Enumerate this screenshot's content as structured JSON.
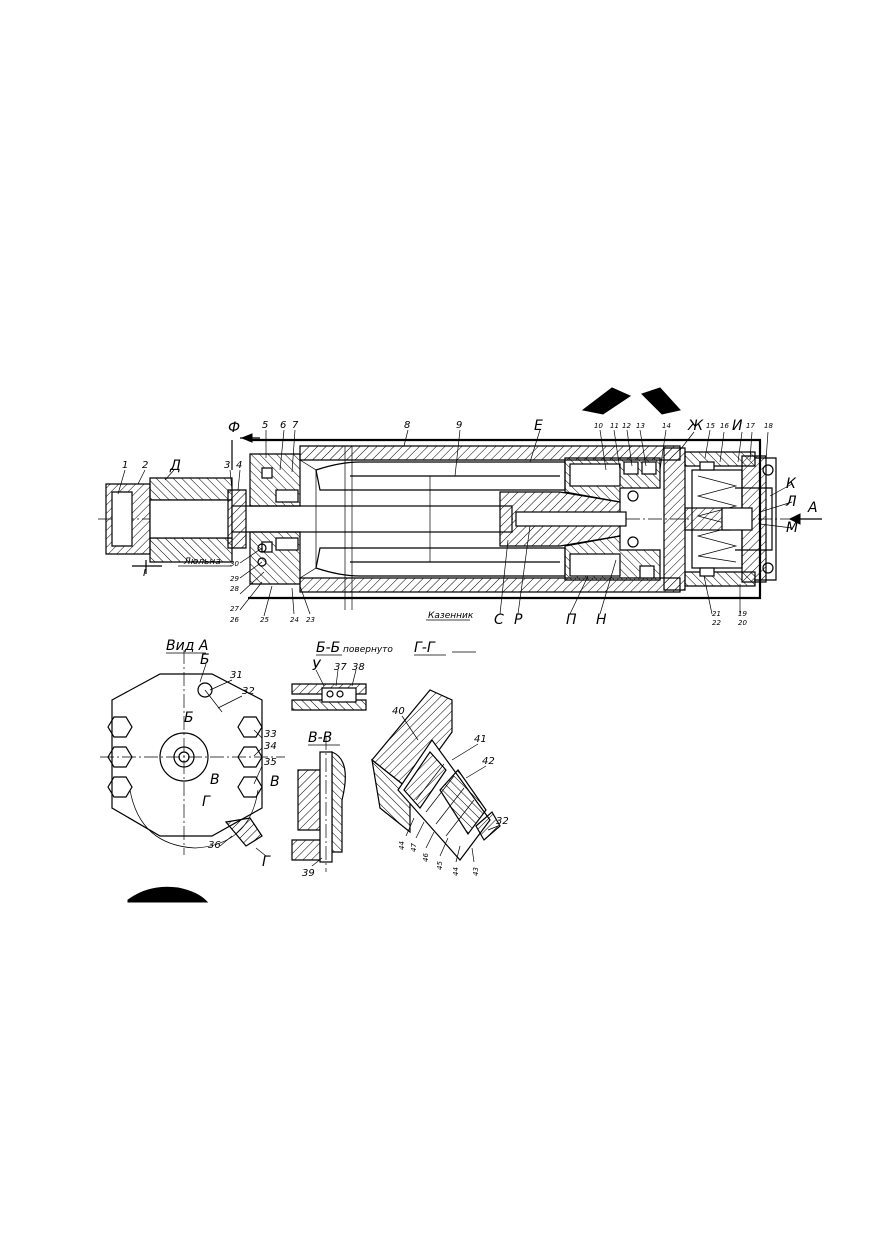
{
  "main_view": {
    "callouts": [
      "1",
      "2",
      "Д",
      "3",
      "4",
      "Ф",
      "5",
      "6",
      "7",
      "8",
      "9",
      "Е",
      "10",
      "11",
      "12",
      "13",
      "14",
      "Ж",
      "15",
      "16",
      "И",
      "17",
      "18",
      "К",
      "Л",
      "М",
      "А",
      "30",
      "29",
      "28",
      "27",
      "26",
      "25",
      "24",
      "23",
      "С",
      "Р",
      "П",
      "Н",
      "21",
      "22",
      "19",
      "20"
    ],
    "section_mark": "I",
    "note_left": "Люльна",
    "note_right": "Казенник"
  },
  "view_a": {
    "title": "Вид А",
    "callouts": [
      "Б",
      "31",
      "32",
      "Б",
      "33",
      "34",
      "35",
      "В",
      "В",
      "Г",
      "Г",
      "36"
    ]
  },
  "section_bb": {
    "title": "Б-Б",
    "subtitle": "повернуто",
    "callouts": [
      "У",
      "37",
      "38"
    ]
  },
  "section_vv": {
    "title": "В-В",
    "callouts": [
      "39"
    ]
  },
  "section_gg": {
    "title": "Г-Г",
    "callouts": [
      "40",
      "41",
      "42",
      "32",
      "44",
      "47",
      "46",
      "45",
      "44",
      "43"
    ]
  }
}
